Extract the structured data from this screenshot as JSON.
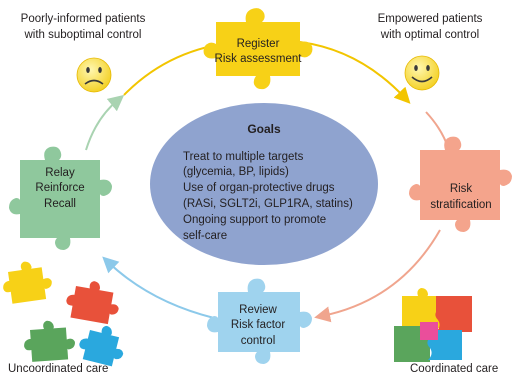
{
  "poorly_informed": {
    "line1": "Poorly-informed patients",
    "line2": "with suboptimal control"
  },
  "empowered": {
    "line1": "Empowered patients",
    "line2": "with optimal control"
  },
  "register": {
    "line1": "Register",
    "line2": "Risk assessment"
  },
  "risk_stratification": {
    "line1": "Risk",
    "line2": "stratification"
  },
  "review": {
    "line1": "Review",
    "line2": "Risk factor",
    "line3": "control"
  },
  "relay": {
    "line1": "Relay",
    "line2": "Reinforce",
    "line3": "Recall"
  },
  "goals": {
    "title": "Goals",
    "lines": [
      "Treat to multiple targets",
      "(glycemia, BP, lipids)",
      "Use of organ-protective drugs",
      "(RASi, SGLT2i, GLP1RA, statins)",
      "Ongoing support to promote",
      "self-care"
    ]
  },
  "uncoordinated_care": "Uncoordinated care",
  "coordinated_care": "Coordinated care",
  "colors": {
    "yellow": "#f7d117",
    "salmon": "#f4a48c",
    "blue": "#9fd3ee",
    "green": "#8fc89d",
    "goals_ellipse": "#8fa3cf",
    "red": "#e8513a",
    "pink": "#ea4e9b",
    "cyan": "#2aa8de",
    "dark_green": "#5aa55c",
    "smiley_yellow": "#fbe33d"
  },
  "icons": [
    "frowning-face-icon",
    "smiling-face-icon",
    "puzzle-piece-icon"
  ]
}
